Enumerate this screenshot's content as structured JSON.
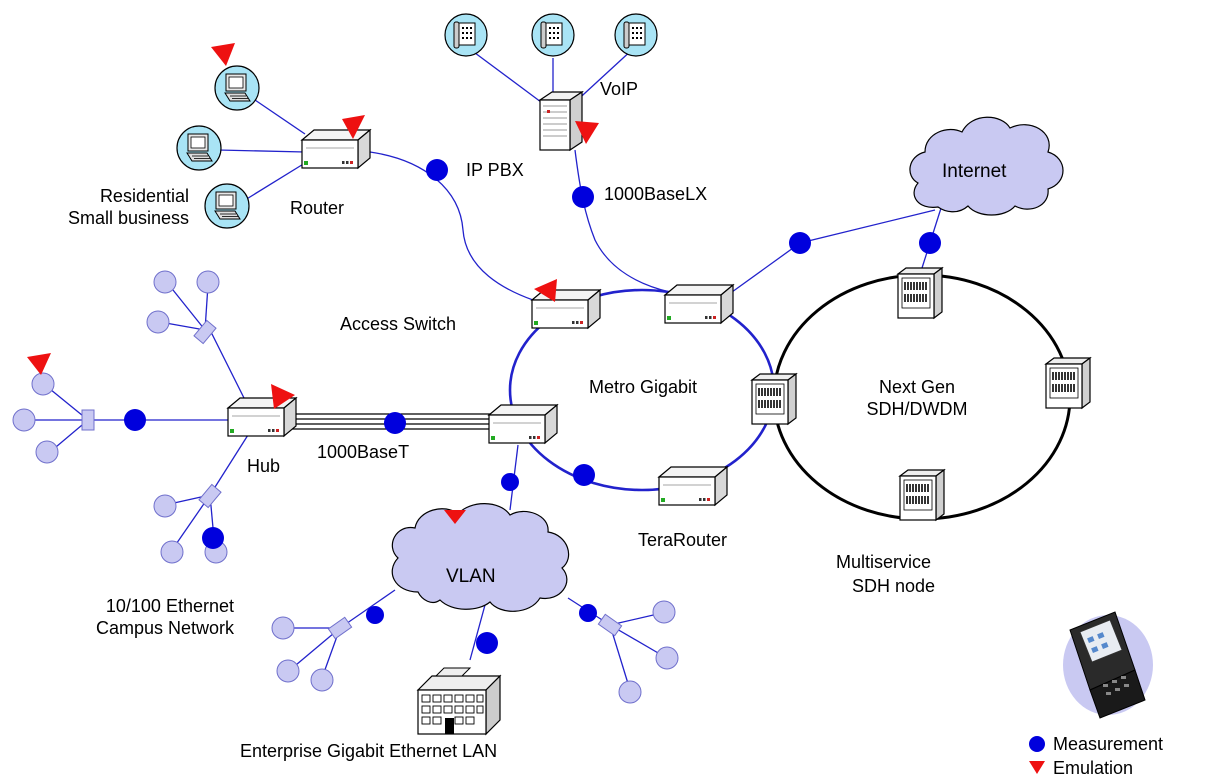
{
  "labels": {
    "voip": "VoIP",
    "ip_pbx": "IP PBX",
    "lx": "1000BaseLX",
    "internet": "Internet",
    "residential_1": "Residential",
    "residential_2": "Small business",
    "router": "Router",
    "access_switch": "Access Switch",
    "metro": "Metro Gigabit",
    "nextgen_1": "Next Gen",
    "nextgen_2": "SDH/DWDM",
    "hub": "Hub",
    "base_t": "1000BaseT",
    "terarouter": "TeraRouter",
    "multiservice_1": "Multiservice",
    "multiservice_2": "SDH node",
    "campus_1": "10/100 Ethernet",
    "campus_2": "Campus Network",
    "vlan": "VLAN",
    "enterprise": "Enterprise Gigabit Ethernet LAN"
  },
  "legend": {
    "measurement": "Measurement",
    "emulation": "Emulation"
  },
  "colors": {
    "measurement_dot": "#0000dd",
    "emulation_marker": "#ee1111",
    "link": "#2222cc",
    "ring": "#000000",
    "pc_circle": "#a9e4f5",
    "lan_node": "#c9c9f2",
    "cloud": "#c9c9f2"
  },
  "icons": {
    "phone": "phone-icon",
    "pc": "pc-icon",
    "switch": "switch-icon",
    "pbx": "pbx-server-icon",
    "sdh": "sdh-node-icon",
    "cloud": "cloud-icon",
    "building": "building-icon",
    "tester": "handheld-tester-icon"
  }
}
